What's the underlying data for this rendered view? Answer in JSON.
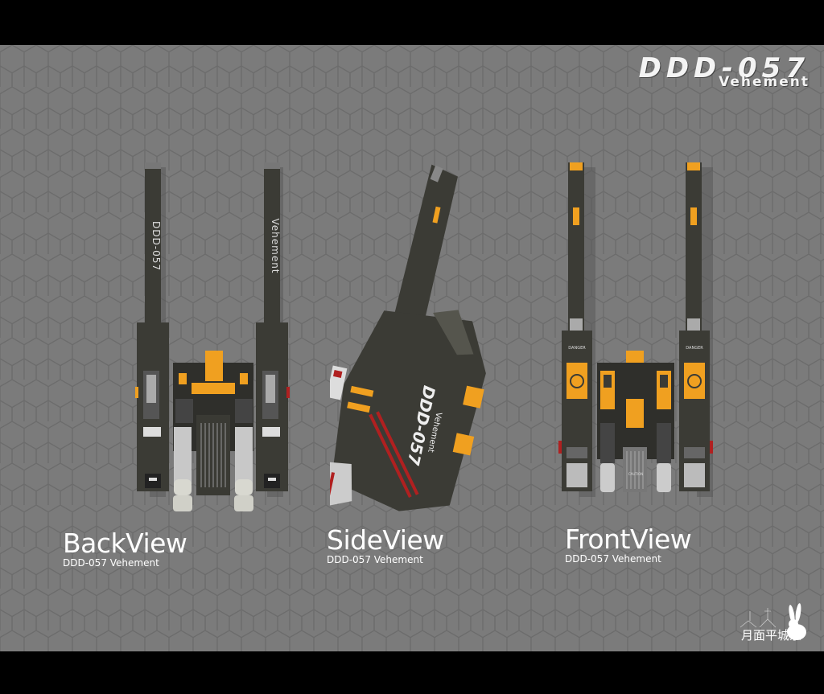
{
  "header": {
    "logo_main": "DDD-057",
    "logo_sub": "Vehement"
  },
  "views": [
    {
      "label": "BackView",
      "model": "DDD-057 Vehement"
    },
    {
      "label": "SideView",
      "model": "DDD-057 Vehement"
    },
    {
      "label": "FrontView",
      "model": "DDD-057 Vehement"
    }
  ],
  "markings": {
    "back_left_barrel": "DDD-057",
    "back_right_barrel": "Vehement",
    "side_body_main": "DDD-057",
    "side_body_sub": "Vehement",
    "caution": "CAUTION",
    "danger": "DANGER"
  },
  "watermark": {
    "text": "月面平城京",
    "icon": "rabbit-icon"
  },
  "colors": {
    "background": "#7a7a7a",
    "hull": "#3b3b35",
    "accent": "#f0a020",
    "stripe": "#b02020"
  }
}
